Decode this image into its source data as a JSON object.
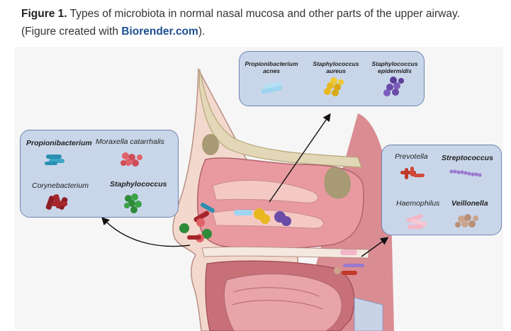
{
  "caption": {
    "label": "Figure 1.",
    "text_part1": " Types of microbiota in normal nasal mucosa and other parts of the upper airway. (Figure created with ",
    "link": "Biorender.com",
    "text_part2": ")."
  },
  "panels": {
    "top": {
      "labels": [
        "Propionibacterium\nacnes",
        "Staphylococcus\naureus",
        "Staphylococcus\nepidermidis"
      ]
    },
    "left": {
      "labels": [
        "Propionibacterium",
        "Moraxella catarrhalis",
        "Corynebacterium",
        "Staphylococcus"
      ]
    },
    "right": {
      "labels": [
        "Prevotella",
        "Streptococcus",
        "Haemophilus",
        "Veillonella"
      ]
    }
  },
  "colors": {
    "panel_fill": "#c9d6ea",
    "panel_border": "#6e84b0",
    "tissue_pink": "#e99aa0",
    "mucosa_light": "#f4c9c4",
    "bone": "#e2d7b6",
    "link": "#1d4f91"
  }
}
